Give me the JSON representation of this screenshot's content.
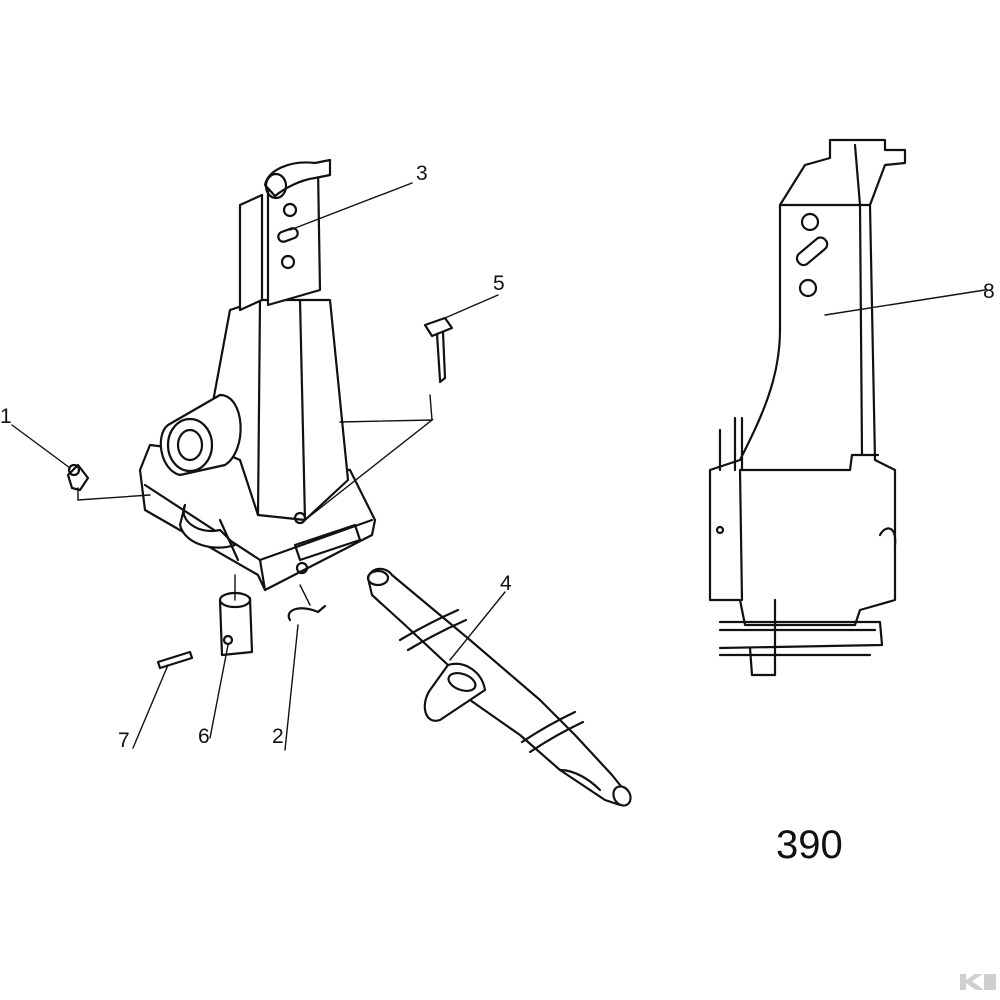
{
  "figure_number": "390",
  "callouts": [
    {
      "id": "c1",
      "label": "1"
    },
    {
      "id": "c2",
      "label": "2"
    },
    {
      "id": "c3",
      "label": "3"
    },
    {
      "id": "c4",
      "label": "4"
    },
    {
      "id": "c5",
      "label": "5"
    },
    {
      "id": "c6",
      "label": "6"
    },
    {
      "id": "c7",
      "label": "7"
    },
    {
      "id": "c8",
      "label": "8"
    }
  ],
  "logo": {
    "icon": "k-logo-icon"
  }
}
